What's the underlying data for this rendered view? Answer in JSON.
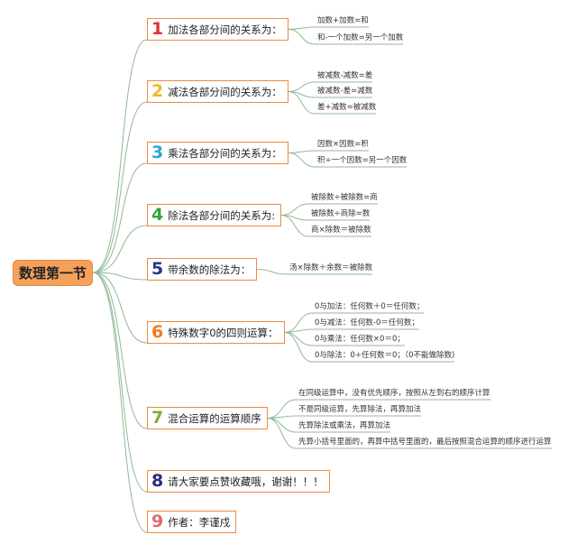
{
  "root": {
    "title": "数理第一节"
  },
  "colors": {
    "line": "#8fb996",
    "node_border": "#f08a3e",
    "root_fill": "#f5a15c",
    "numbers": [
      "#e0302a",
      "#f0b429",
      "#2aa7d6",
      "#3aa13a",
      "#233a8a",
      "#f07a20",
      "#7fb13a",
      "#2a2a7a",
      "#e06a6a"
    ]
  },
  "sections": [
    {
      "num": "1",
      "title": "加法各部分间的关系为：",
      "items": [
        "加数+加数=和",
        "和-一个加数=另一个加数"
      ]
    },
    {
      "num": "2",
      "title": "减法各部分间的关系为：",
      "items": [
        "被减数-减数=差",
        "被减数-差=减数",
        "差+减数=被减数"
      ]
    },
    {
      "num": "3",
      "title": "乘法各部分间的关系为：",
      "items": [
        "因数×因数=积",
        "积÷一个因数=另一个因数"
      ]
    },
    {
      "num": "4",
      "title": "除法各部分间的关系为:",
      "items": [
        "被除数÷被除数=商",
        "被除数÷商除=数",
        "商×除数＝被除数"
      ]
    },
    {
      "num": "5",
      "title": "带余数的除法为：",
      "items": [
        "汤×除数＋余数＝被除数"
      ]
    },
    {
      "num": "6",
      "title": "特殊数字0的四则运算：",
      "items": [
        "0与加法：任何数＋0＝任何数；",
        "0与减法：任何数-0＝任何数；",
        "0与乘法：任何数×0＝0；",
        "0与除法：0÷任何数＝0；（0不能做除数)"
      ]
    },
    {
      "num": "7",
      "title": "混合运算的运算顺序",
      "items": [
        "在同级运算中，没有优先顺序，按照从左到右的顺序计算",
        "不是同级运算，先算除法，再算加法",
        "先算除法或乘法，再算加法",
        "先算小括号里面的，再算中括号里面的，最后按照混合运算的顺序进行运算"
      ]
    },
    {
      "num": "8",
      "title": "请大家要点赞收藏哦，谢谢！！！",
      "items": []
    },
    {
      "num": "9",
      "title": "作者：李谨戍",
      "items": []
    }
  ]
}
